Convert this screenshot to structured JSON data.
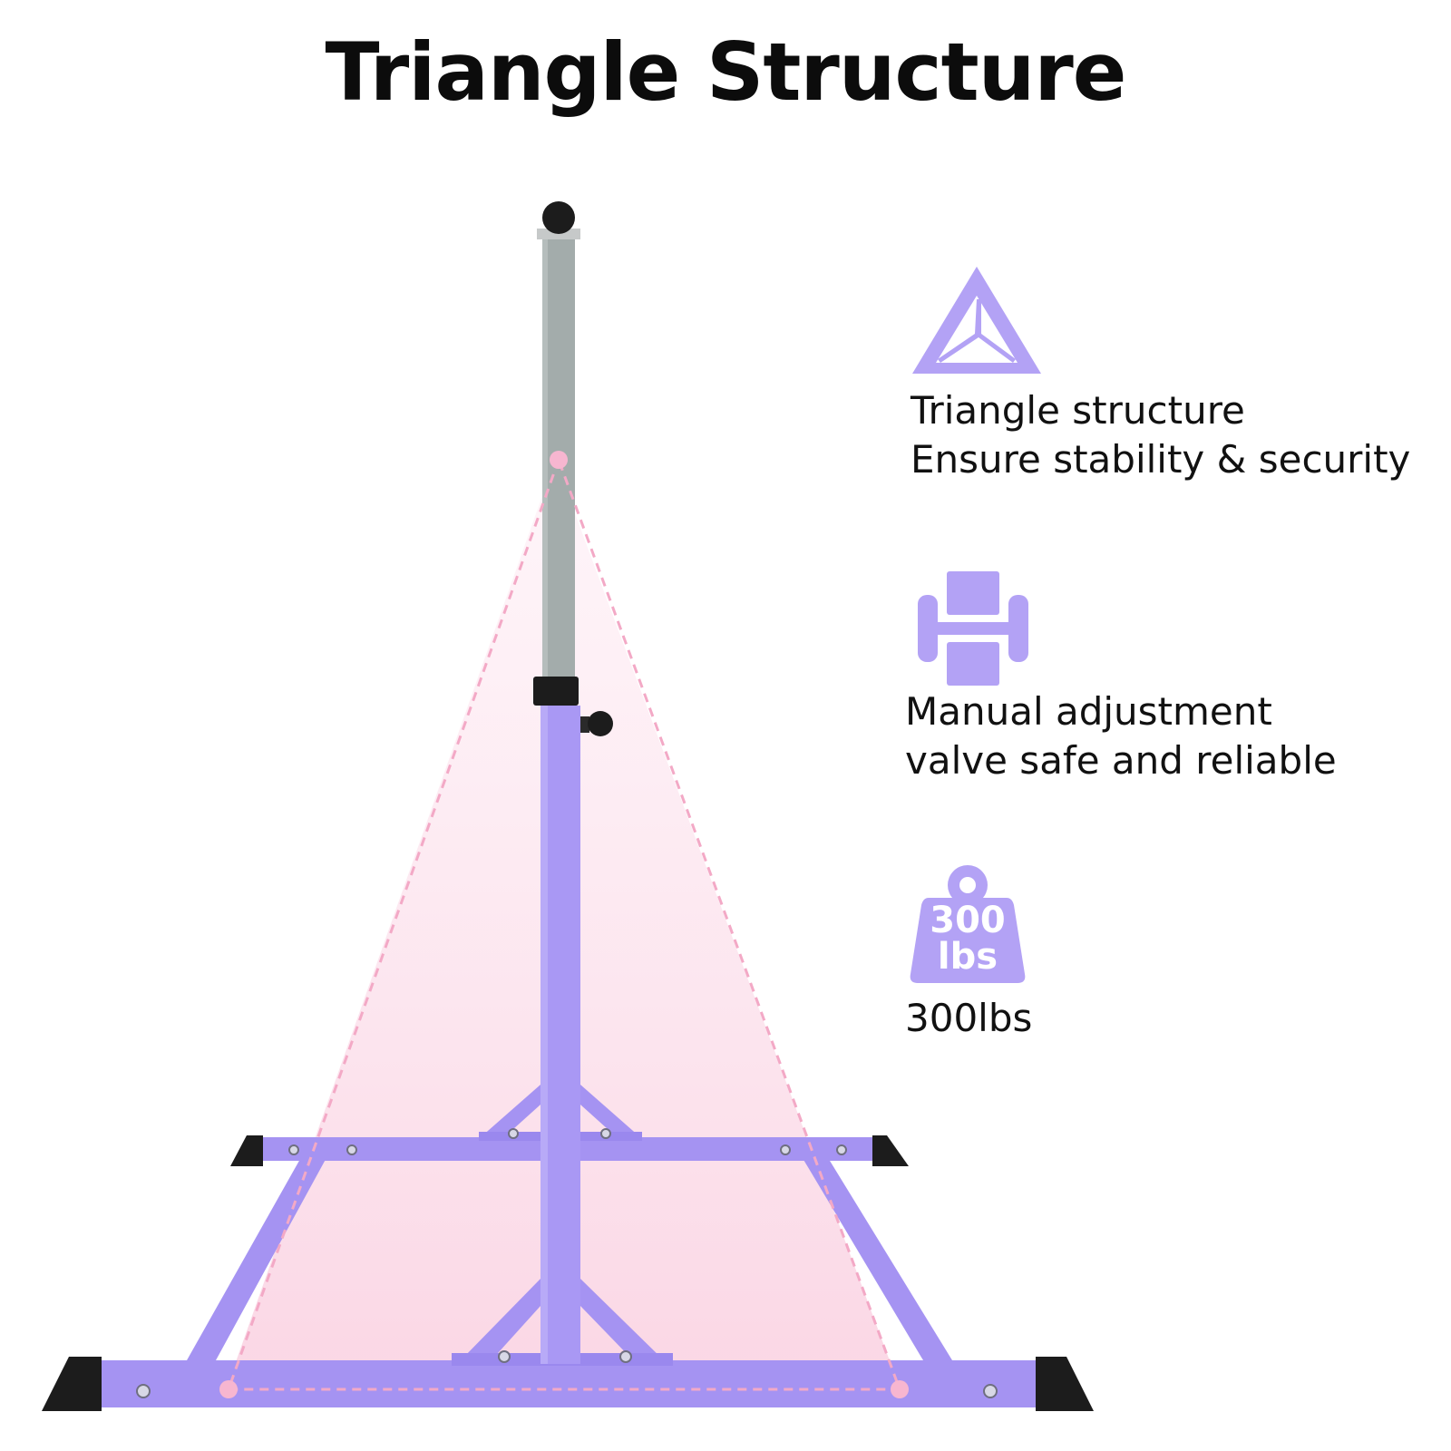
{
  "title": "Triangle Structure",
  "colors": {
    "accent": "#b3a2f5",
    "frame": "#a593f2",
    "frame_dark": "#8f7ce8",
    "upper_bar": "#a3acab",
    "caps": "#1c1c1c",
    "highlight": "#f3b3cf"
  },
  "features": [
    {
      "icon": "triangle-structure-icon",
      "lines": [
        "Triangle structure",
        "Ensure stability & security"
      ]
    },
    {
      "icon": "adjustment-valve-icon",
      "lines": [
        "Manual adjustment",
        "valve safe and reliable"
      ]
    },
    {
      "icon": "weight-icon",
      "icon_text": [
        "300",
        "lbs"
      ],
      "lines": [
        "300lbs"
      ]
    }
  ]
}
